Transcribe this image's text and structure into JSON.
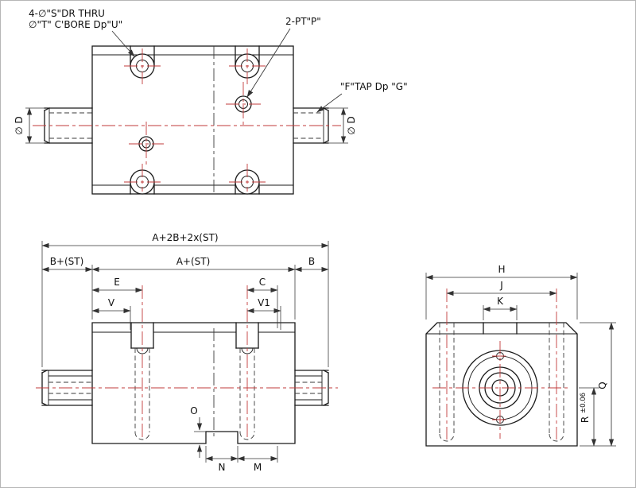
{
  "colors": {
    "line": "#1a1a1a",
    "centerline": "#c23b3b",
    "dim": "#333333"
  },
  "notes": {
    "drill_line1": "4-∅\"S\"DR THRU",
    "drill_line2": "∅\"T\" C'BORE Dp\"U\"",
    "port": "2-PT\"P\"",
    "tap": "\"F\"TAP Dp \"G\""
  },
  "dims": {
    "dia_d": "∅ D",
    "overall": "A+2B+2x(ST)",
    "b_st": "B+(ST)",
    "a_st": "A+(ST)",
    "b": "B",
    "e": "E",
    "c": "C",
    "v": "V",
    "v1": "V1",
    "o": "O",
    "n": "N",
    "m": "M",
    "h": "H",
    "j": "J",
    "k": "K",
    "q": "Q",
    "r": "R",
    "r_tol": "±0.06"
  }
}
